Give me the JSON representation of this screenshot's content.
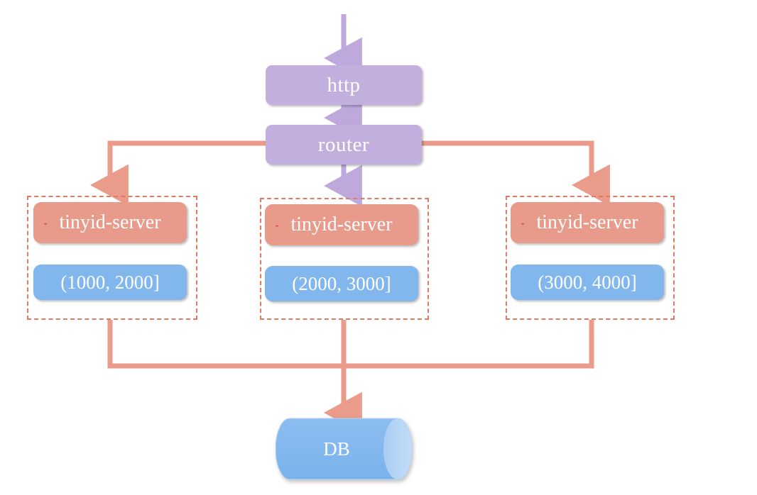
{
  "diagram": {
    "title": "tinyid segment allocation architecture",
    "colors": {
      "purple": "#c3afdd",
      "salmon": "#e89a8b",
      "blue": "#82b7ee",
      "connector": "#e89a8b",
      "group_border": "#e07b63",
      "background": "#ffffff",
      "node_text": "#ffffff",
      "spellcheck_mark": "#d0191f"
    },
    "nodes": {
      "http": {
        "label": "http"
      },
      "router": {
        "label": "router"
      },
      "db": {
        "label": "DB"
      }
    },
    "groups": [
      {
        "name": "segment-group-1",
        "server_label": "tinyid-server",
        "range_label": "(1000, 2000]"
      },
      {
        "name": "segment-group-2",
        "server_label": "tinyid-server",
        "range_label": "(2000, 3000]"
      },
      {
        "name": "segment-group-3",
        "server_label": "tinyid-server",
        "range_label": "(3000, 4000]"
      }
    ],
    "connectors": [
      {
        "name": "inbound-to-http",
        "from": "external",
        "to": "http",
        "color": "#c3afdd"
      },
      {
        "name": "http-to-router",
        "from": "http",
        "to": "router",
        "color": "#c3afdd"
      },
      {
        "name": "router-to-group-1",
        "from": "router",
        "to": "segment-group-1",
        "color": "#e89a8b"
      },
      {
        "name": "router-to-group-2",
        "from": "router",
        "to": "segment-group-2",
        "color": "#c3afdd"
      },
      {
        "name": "router-to-group-3",
        "from": "router",
        "to": "segment-group-3",
        "color": "#e89a8b"
      },
      {
        "name": "group-1-to-db",
        "from": "segment-group-1",
        "to": "db",
        "color": "#e89a8b"
      },
      {
        "name": "group-2-to-db",
        "from": "segment-group-2",
        "to": "db",
        "color": "#e89a8b"
      },
      {
        "name": "group-3-to-db",
        "from": "segment-group-3",
        "to": "db",
        "color": "#e89a8b"
      }
    ],
    "spellcheck_marks": [
      {
        "name": "spellcheck-mark-1",
        "glyph": "ˇ"
      },
      {
        "name": "spellcheck-mark-2",
        "glyph": "ˇ"
      },
      {
        "name": "spellcheck-mark-3",
        "glyph": "ˇ"
      }
    ]
  }
}
